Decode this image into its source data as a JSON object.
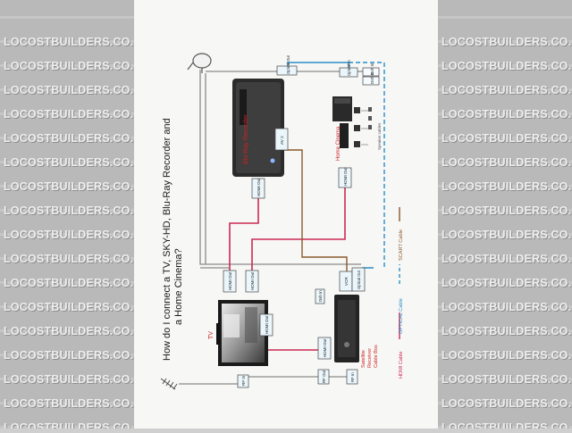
{
  "watermark": {
    "text": "LOCOSTBUILDERS.CO.UK"
  },
  "diagram": {
    "title": "How do I connect a TV, SKY-HD, Blu-Ray Recorder and a Home Cinema?",
    "devices": {
      "tv": "TV",
      "blu_ray": "Blu-Ray Recorder",
      "home_cinema": "Home Cinema",
      "satellite": "Satellite Receiver Cable Box",
      "speaker_cables": "Speaker cables"
    },
    "ports": {
      "tv_rf_in": "RF In",
      "tv_hdmi_out_1": "HDMI Out",
      "tv_hdmi_out_2": "HDMI Out",
      "tv_hdmi_out_3": "HDMI Out",
      "br_dsh_in": "Dsh In",
      "br_dsh_in_2": "Dsh In",
      "br_hdmi_out": "HDMI Out",
      "br_optical_out": "Optical Out",
      "av2": "AV 2",
      "hc_optical_in": "Optical In",
      "hc_hdmi_out": "HDMI Out",
      "sat_dsh_in": "Dsh In",
      "sat_hdmi_out": "HDMI Out",
      "sat_vcr": "VCR",
      "sat_optical_out": "Optical Out",
      "sat_rf_out": "RF Out",
      "sat_rf_in": "RF In"
    },
    "legend": {
      "hdmi": "HDMI Cable",
      "optical": "OPTICAL Cable",
      "scart": "SCART Cable"
    },
    "colors": {
      "hdmi": "#cc2a55",
      "optical": "#2a8fc8",
      "scart": "#8a5a2b",
      "antenna": "#777777",
      "title_label": "#cc2222"
    }
  }
}
